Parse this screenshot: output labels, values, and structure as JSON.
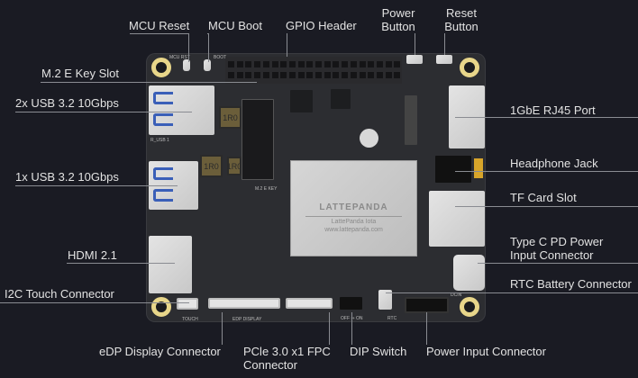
{
  "labels": {
    "mcu_reset": "MCU Reset",
    "mcu_boot": "MCU Boot",
    "gpio_header": "GPIO Header",
    "power_button": [
      "Power",
      "Button"
    ],
    "reset_button": [
      "Reset",
      "Button"
    ],
    "m2_e_key": "M.2 E Key Slot",
    "usb_2x": "2x USB 3.2 10Gbps",
    "usb_1x": "1x USB 3.2 10Gbps",
    "hdmi": "HDMI 2.1",
    "i2c_touch": "I2C Touch Connector",
    "rj45": "1GbE RJ45 Port",
    "headphone": "Headphone Jack",
    "tf_card": "TF Card Slot",
    "typec": [
      "Type C PD Power",
      "Input Connector"
    ],
    "rtc": "RTC Battery Connector",
    "edp": "eDP Display Connector",
    "pcie": [
      "PCle 3.0 x1 FPC",
      "Connector"
    ],
    "dip": "DIP Switch",
    "power_input": "Power Input Connector"
  },
  "board": {
    "brand": "LATTEPANDA",
    "model": "LattePanda Iota",
    "url": "www.lattepanda.com",
    "silk": {
      "inductor": "1R0",
      "m2": "M.2 E KEY",
      "usb": "R_USB 1",
      "touch": "TOUCH",
      "edp": "EDP DISPLAY",
      "dip": "OFF ⇒ ON",
      "rtc": "RTC",
      "dcin": "DCIN",
      "boot": "BOOT",
      "mcu_rst": "MCU RST"
    }
  },
  "colors": {
    "background": "#1a1b23",
    "pcb": "#2c2d31",
    "mount_ring": "#e8d68a",
    "usb_blue": "#3a5fb8"
  }
}
